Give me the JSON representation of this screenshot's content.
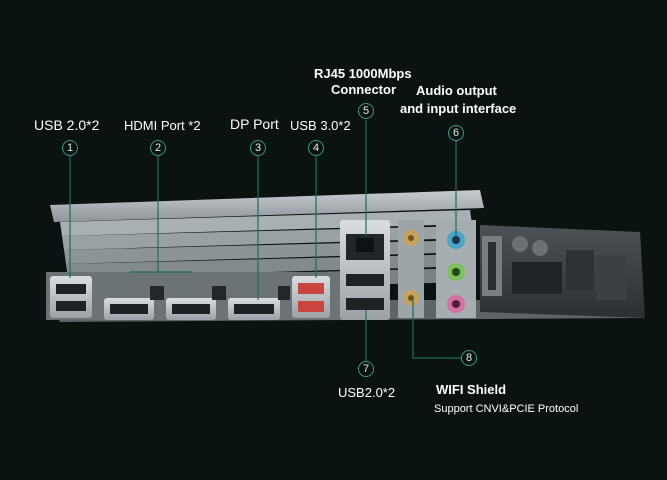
{
  "callouts": [
    {
      "number": "1",
      "label": "USB 2.0*2"
    },
    {
      "number": "2",
      "label": "HDMI Port *2"
    },
    {
      "number": "3",
      "label": "DP Port"
    },
    {
      "number": "4",
      "label": "USB 3.0*2"
    },
    {
      "number": "5",
      "label_line1": "RJ45 1000Mbps",
      "label_line2": "Connector"
    },
    {
      "number": "6",
      "label_line1": "Audio output",
      "label_line2": "and input interface"
    },
    {
      "number": "7",
      "label": "USB2.0*2"
    },
    {
      "number": "8",
      "label": "WIFI Shield",
      "sublabel": "Support CNVI&PCIE Protocol"
    }
  ],
  "colors": {
    "background": "#0b1312",
    "callout_accent": "#2f9a83",
    "leader_line": "#1a6e5b",
    "usb3_red": "#c9453f",
    "audio_blue": "#4aa3c9",
    "audio_green": "#7cc05a",
    "audio_pink": "#d66fa0",
    "antenna_gold": "#c8a25a"
  }
}
